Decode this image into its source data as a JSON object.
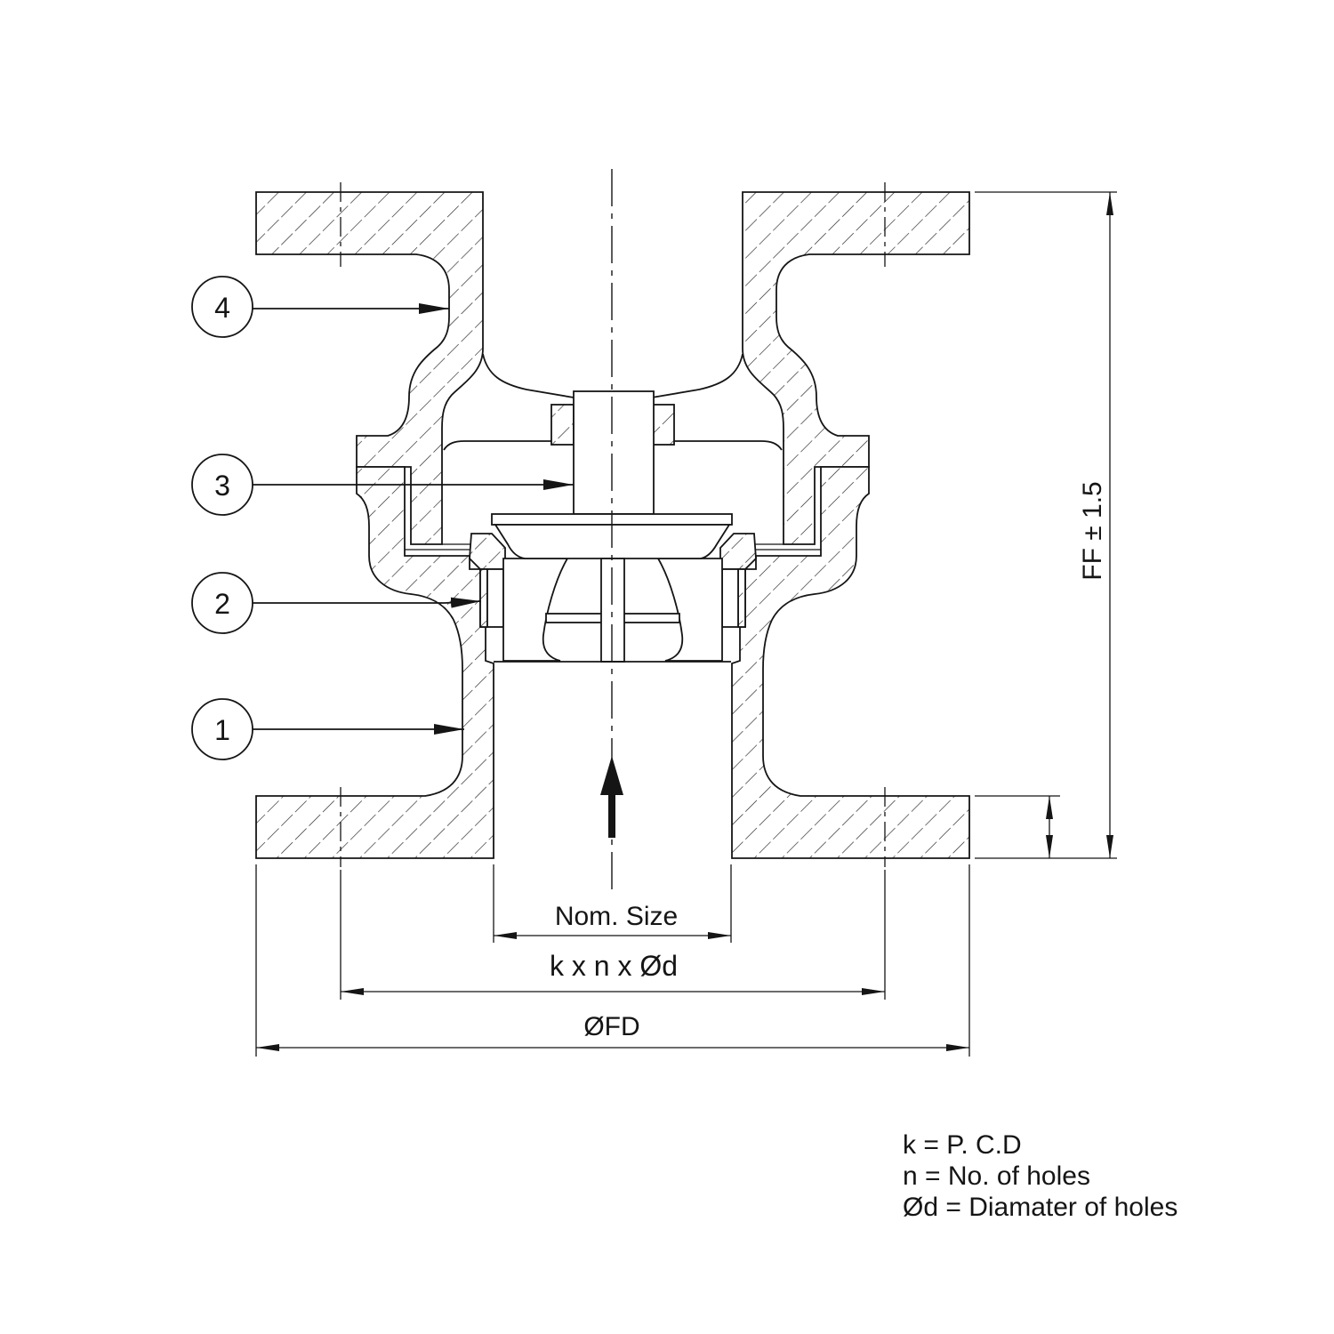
{
  "balloons": [
    {
      "label": "4"
    },
    {
      "label": "3"
    },
    {
      "label": "2"
    },
    {
      "label": "1"
    }
  ],
  "dimensions": {
    "nom_size": "Nom. Size",
    "bolt_pattern": "k x n x Ød",
    "flange_diameter": "ØFD",
    "face_to_face": "FF ± 1.5"
  },
  "legend": [
    "k = P. C.D",
    "n = No. of holes",
    "Ød = Diamater of holes"
  ],
  "colors": {
    "line": "#151515",
    "background": "#ffffff"
  }
}
